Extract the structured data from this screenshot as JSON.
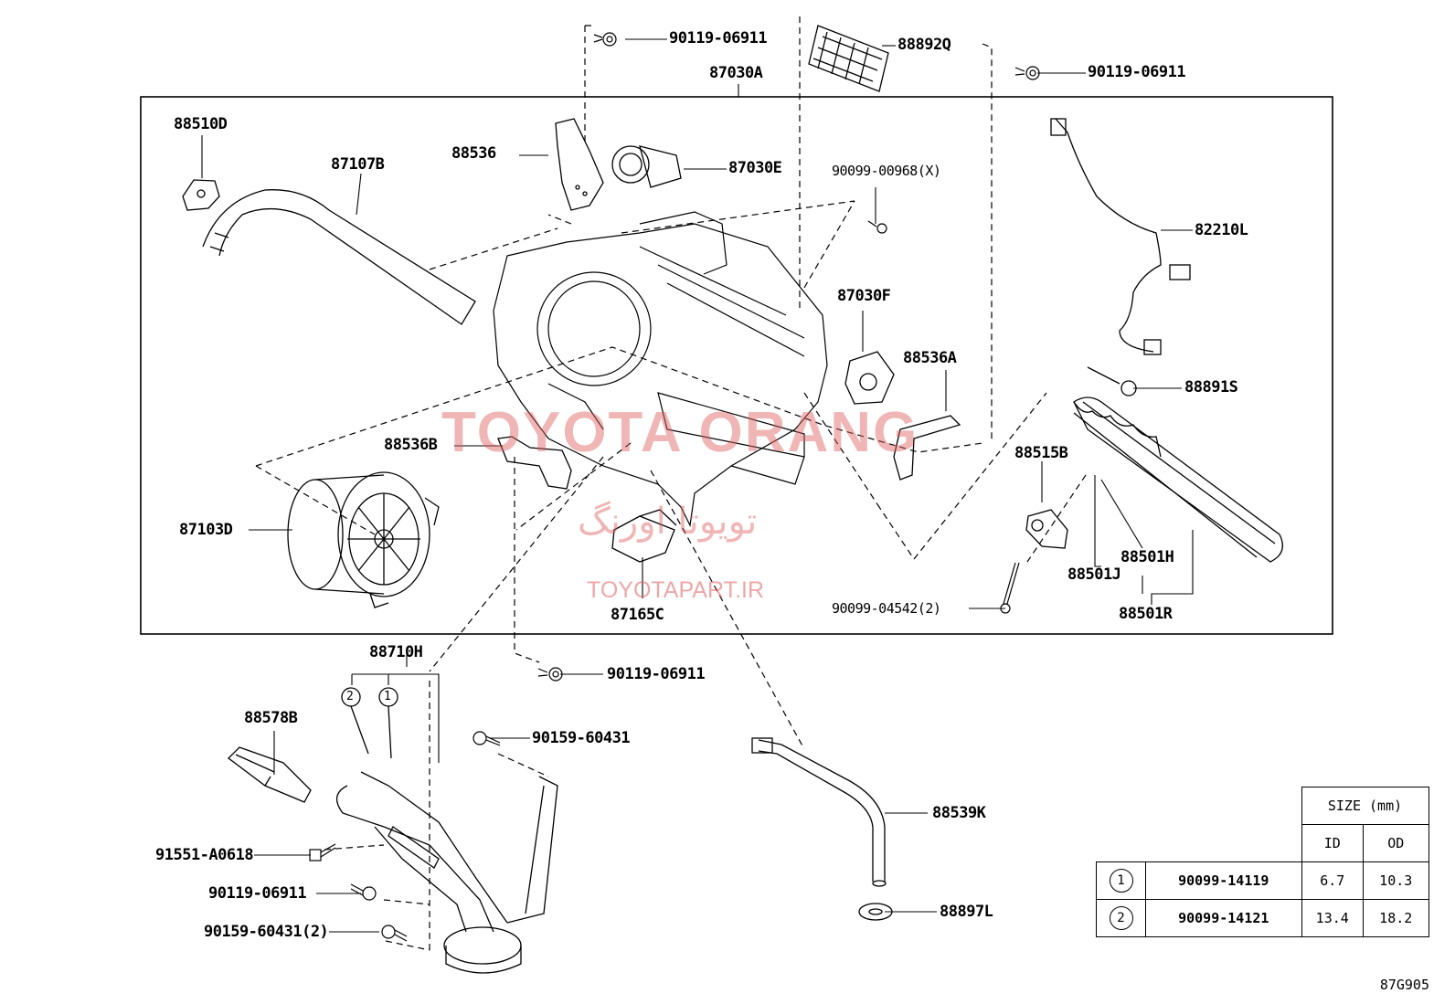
{
  "labels": {
    "bolt_top": "90119-06911",
    "assembly": "87030A",
    "foam_pad": "88892Q",
    "bolt_top_right": "90119-06911",
    "sensor_bracket": "88510D",
    "hose_87107b": "87107B",
    "bracket_88536": "88536",
    "servo_87030e": "87030E",
    "screw_90099": "90099-00968(X)",
    "harness": "82210L",
    "servo_87030f": "87030F",
    "bracket_88536a": "88536A",
    "sensor_88891s": "88891S",
    "bracket_88536b": "88536B",
    "valve_88515b": "88515B",
    "blower": "87103D",
    "evap_88501h": "88501H",
    "evap_88501j": "88501J",
    "evap_88501r": "88501R",
    "bolt_90099_04542": "90099-04542(2)",
    "amp_87165c": "87165C",
    "pipe_88710h": "88710H",
    "bolt_mid": "90119-06911",
    "pad_88578b": "88578B",
    "bolt_90159": "90159-60431",
    "drain_88539k": "88539K",
    "bolt_91551": "91551-A0618",
    "bolt_bottom": "90119-06911",
    "bolt_90159_2": "90159-60431(2)",
    "grommet": "88897L",
    "ring_1": "1",
    "ring_2": "2"
  },
  "watermark": {
    "main": "TOYOTA ORANG",
    "farsi": "تویوتا اورنگ",
    "url": "TOYOTAPART.IR"
  },
  "size_table": {
    "header": "SIZE (mm)",
    "col_id": "ID",
    "col_od": "OD",
    "rows": [
      {
        "mark": "1",
        "part": "90099-14119",
        "id": "6.7",
        "od": "10.3"
      },
      {
        "mark": "2",
        "part": "90099-14121",
        "id": "13.4",
        "od": "18.2"
      }
    ]
  },
  "figure_code": "87G905"
}
